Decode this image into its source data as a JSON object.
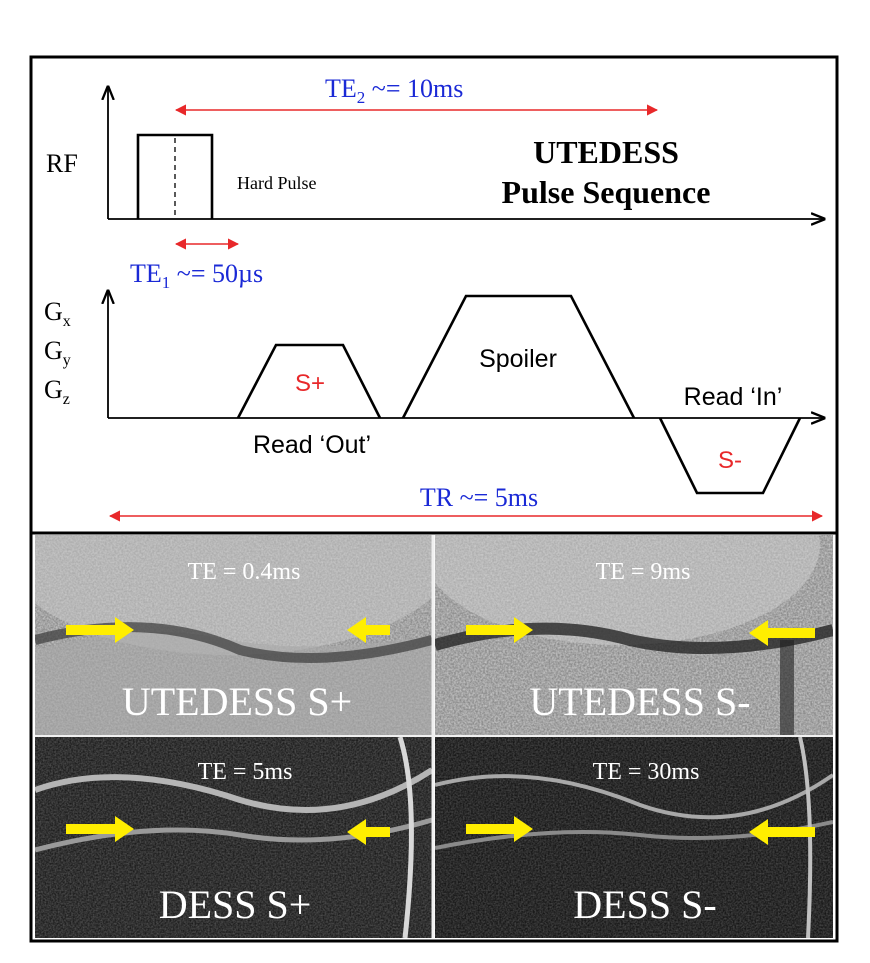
{
  "colors": {
    "timing": "#e8282a",
    "timing_text": "#1a29d6",
    "lobe": "#e8282a",
    "arrow": "#ffee00",
    "ink": "#000000",
    "panel_text": "#ffffff"
  },
  "diagram": {
    "title_line1": "UTEDESS",
    "title_line2": "Pulse Sequence",
    "rf_label": "RF",
    "hard_pulse": "Hard Pulse",
    "te2_main": "TE",
    "te2_sub": "2",
    "te2_rest": " ~= 10ms",
    "te1_main": "TE",
    "te1_sub": "1",
    "te1_rest": " ~= 50µs",
    "gx": "G",
    "gx_sub": "x",
    "gy": "G",
    "gy_sub": "y",
    "gz": "G",
    "gz_sub": "z",
    "s_plus": "S+",
    "spoiler": "Spoiler",
    "read_out": "Read ‘Out’",
    "read_in": "Read ‘In’",
    "s_minus": "S-",
    "tr": "TR ~= 5ms"
  },
  "panels": [
    {
      "te": "TE = 0.4ms",
      "label": "UTEDESS S+",
      "style": "bright"
    },
    {
      "te": "TE = 9ms",
      "label": "UTEDESS S-",
      "style": "bright"
    },
    {
      "te": "TE = 5ms",
      "label": "DESS S+",
      "style": "dark"
    },
    {
      "te": "TE = 30ms",
      "label": "DESS S-",
      "style": "dark"
    }
  ]
}
